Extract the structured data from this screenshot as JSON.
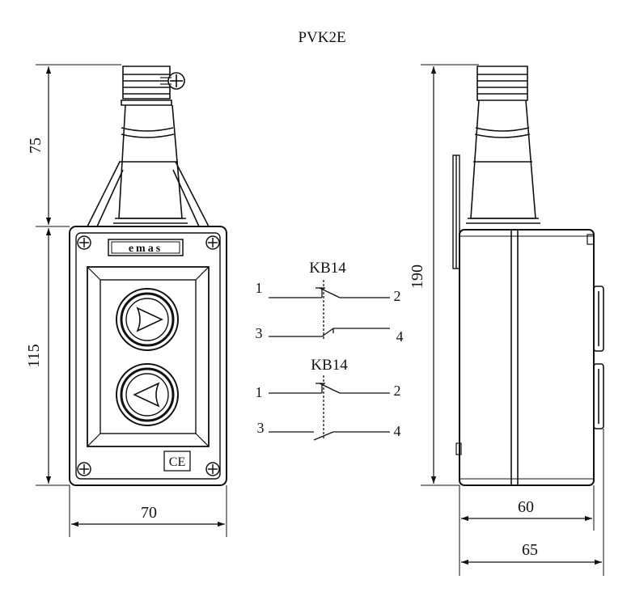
{
  "title": "PVK2E",
  "front_view": {
    "logo": "emas",
    "mark": "CE",
    "dim_top": "75",
    "dim_body": "115",
    "dim_width": "70",
    "buttons": [
      {
        "name": "button-right",
        "symbol": "right-triangle-icon"
      },
      {
        "name": "button-left",
        "symbol": "left-triangle-icon"
      }
    ]
  },
  "schematics": [
    {
      "label": "KB14",
      "t1": "1",
      "t2": "2",
      "t3": "3",
      "t4": "4"
    },
    {
      "label": "KB14",
      "t1": "1",
      "t2": "2",
      "t3": "3",
      "t4": "4"
    }
  ],
  "side_view": {
    "dim_height": "190",
    "dim_depth_a": "60",
    "dim_depth_b": "65"
  },
  "colors": {
    "line": "#111111",
    "background": "#ffffff"
  }
}
